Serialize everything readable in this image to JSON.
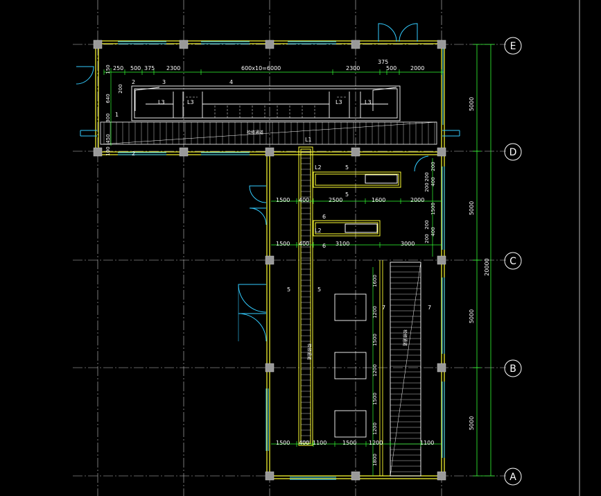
{
  "drawing": {
    "axis_labels": [
      "E",
      "D",
      "C",
      "B",
      "A"
    ],
    "top_dims": [
      "250",
      "500",
      "375",
      "2300",
      "600x10=6000",
      "2300",
      "375",
      "500",
      "2000"
    ],
    "left_dims_top": [
      "150",
      "200",
      "640",
      "300",
      "450",
      "100"
    ],
    "right_spans": [
      "5000",
      "5000",
      "5000",
      "5000"
    ],
    "total_height": "20000",
    "row_dims_1": [
      "1500",
      "400",
      "2500",
      "1600",
      "2000"
    ],
    "row_dims_2": [
      "1500",
      "400",
      "3100",
      "3000"
    ],
    "row_dims_3": [
      "1500",
      "400",
      "1100",
      "1500",
      "1200",
      "1100"
    ],
    "vert_dims_right": [
      "200",
      "200",
      "400",
      "200",
      "1500",
      "200",
      "200",
      "400"
    ],
    "vert_dims_mid": [
      "1600",
      "1200",
      "1500",
      "1200",
      "1500",
      "1200",
      "1800"
    ],
    "beam_labels": {
      "L1": "L1",
      "L2": "L2",
      "L3": "L3",
      "n1": "1",
      "n2": "2",
      "n3": "3",
      "n4": "4",
      "n5": "5",
      "n6": "6",
      "n7": "7"
    },
    "small_texts": [
      "检修通道",
      "检修通道",
      "检修通道"
    ]
  }
}
